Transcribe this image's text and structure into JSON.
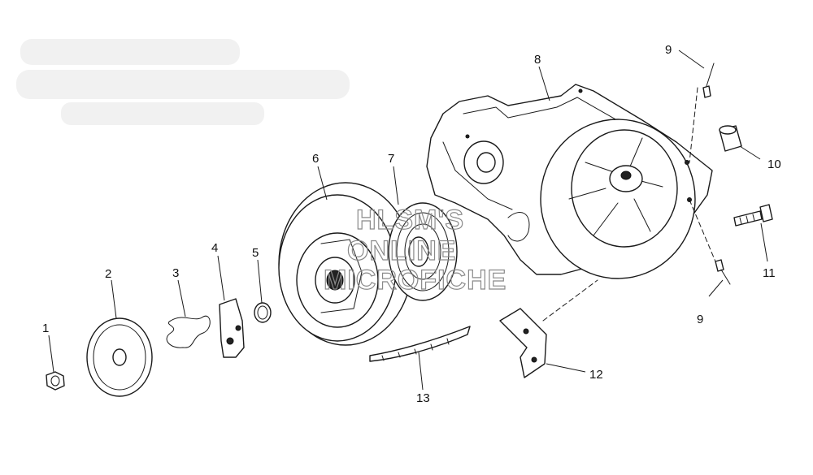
{
  "diagram": {
    "watermark_lines": [
      "HLSM'S",
      "ONLINE",
      "MICROFICHE"
    ],
    "callouts": [
      "1",
      "2",
      "3",
      "4",
      "5",
      "6",
      "7",
      "8",
      "9",
      "10",
      "11",
      "12",
      "13",
      "9"
    ]
  }
}
